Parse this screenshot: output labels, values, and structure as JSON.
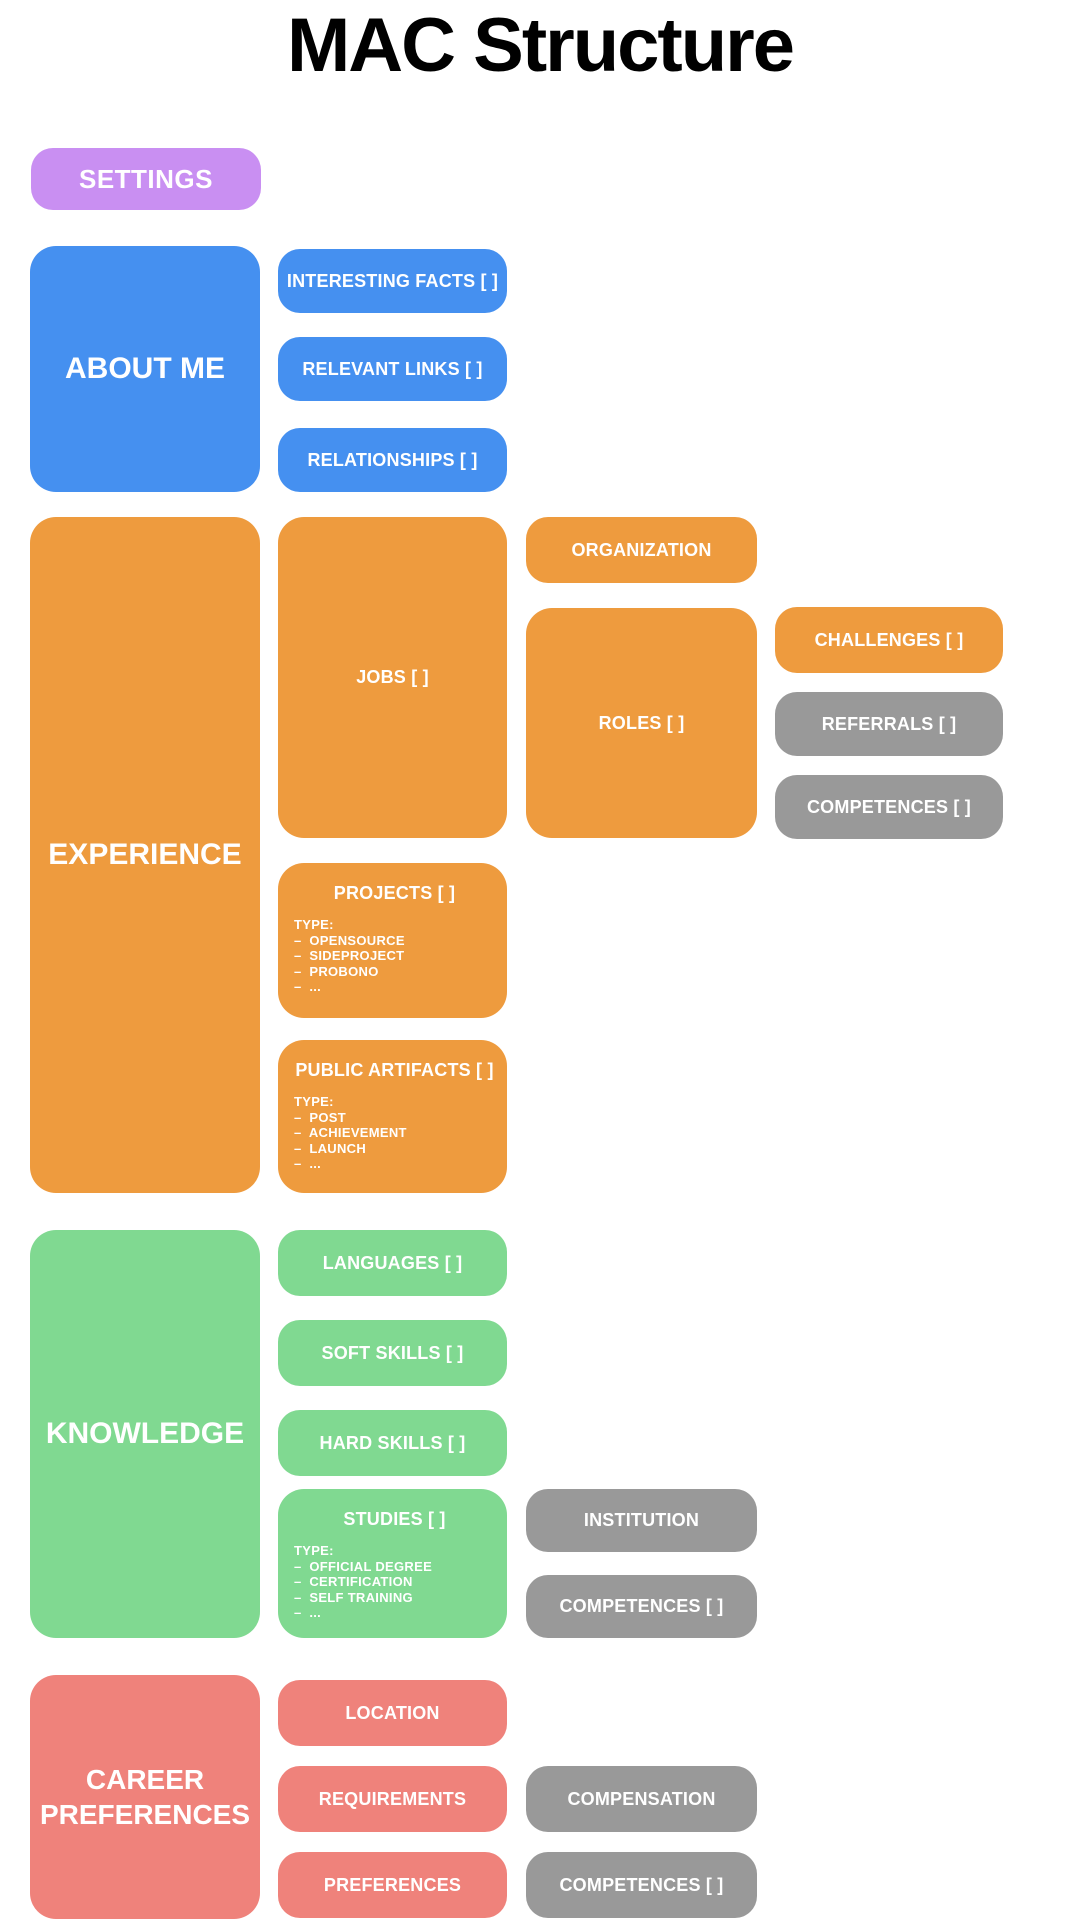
{
  "page_title": "MAC Structure",
  "palette": {
    "settings_purple": "#c98ff2",
    "about_blue": "#4590f0",
    "experience_orange": "#ee9b3e",
    "knowledge_green": "#80d991",
    "career_red": "#ef827b",
    "muted_gray": "#999999"
  },
  "settings": {
    "label": "SETTINGS"
  },
  "about_me": {
    "label": "ABOUT ME",
    "interesting_facts": "INTERESTING FACTS [ ]",
    "relevant_links": "RELEVANT LINKS [ ]",
    "relationships": "RELATIONSHIPS [ ]"
  },
  "experience": {
    "label": "EXPERIENCE",
    "jobs": "JOBS [ ]",
    "organization": "ORGANIZATION",
    "roles": "ROLES [ ]",
    "challenges": "CHALLENGES [ ]",
    "referrals": "REFERRALS [ ]",
    "competences": "COMPETENCES [ ]",
    "projects": {
      "title": "PROJECTS [ ]",
      "lines": [
        "TYPE:",
        "–  OPENSOURCE",
        "–  SIDEPROJECT",
        "–  PROBONO",
        "–  ..."
      ]
    },
    "public_artifacts": {
      "title": "PUBLIC ARTIFACTS [ ]",
      "lines": [
        "TYPE:",
        "–  POST",
        "–  ACHIEVEMENT",
        "–  LAUNCH",
        "–  ..."
      ]
    }
  },
  "knowledge": {
    "label": "KNOWLEDGE",
    "languages": "LANGUAGES [ ]",
    "soft_skills": "SOFT SKILLS [ ]",
    "hard_skills": "HARD SKILLS [ ]",
    "studies": {
      "title": "STUDIES [ ]",
      "lines": [
        "TYPE:",
        "–  OFFICIAL DEGREE",
        "–  CERTIFICATION",
        "–  SELF TRAINING",
        "–  ..."
      ]
    },
    "institution": "INSTITUTION",
    "competences": "COMPETENCES [ ]"
  },
  "career_preferences": {
    "label": "CAREER PREFERENCES",
    "location": "LOCATION",
    "requirements": "REQUIREMENTS",
    "preferences": "PREFERENCES",
    "compensation": "COMPENSATION",
    "competences": "COMPETENCES [ ]"
  }
}
